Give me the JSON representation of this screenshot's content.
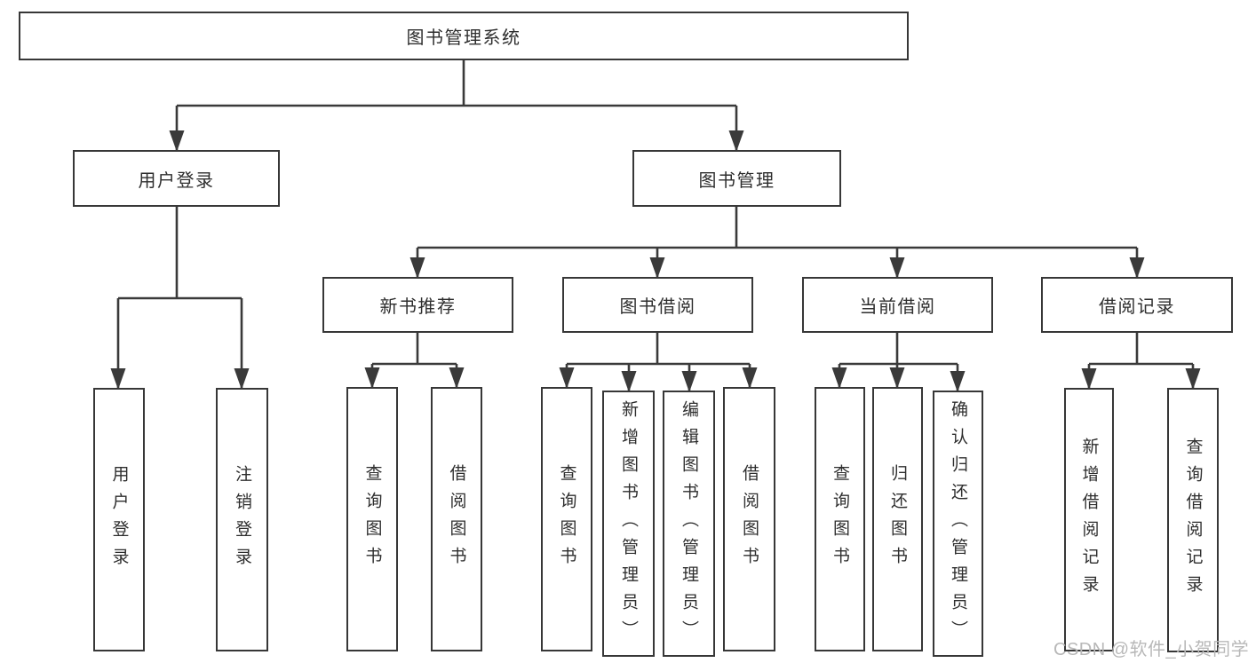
{
  "diagram": {
    "root": {
      "label": "图书管理系统"
    },
    "branches": {
      "user_login": {
        "label": "用户登录",
        "children": [
          {
            "label": "用户登录"
          },
          {
            "label": "注销登录"
          }
        ]
      },
      "book_mgmt": {
        "label": "图书管理",
        "sections": {
          "new_book": {
            "label": "新书推荐",
            "children": [
              {
                "label": "查询图书"
              },
              {
                "label": "借阅图书"
              }
            ]
          },
          "borrow": {
            "label": "图书借阅",
            "children": [
              {
                "label": "查询图书"
              },
              {
                "label": "新增图书（管理员）"
              },
              {
                "label": "编辑图书（管理员）"
              },
              {
                "label": "借阅图书"
              }
            ]
          },
          "current": {
            "label": "当前借阅",
            "children": [
              {
                "label": "查询图书"
              },
              {
                "label": "归还图书"
              },
              {
                "label": "确认归还（管理员）"
              }
            ]
          },
          "records": {
            "label": "借阅记录",
            "children": [
              {
                "label": "新增借阅记录"
              },
              {
                "label": "查询借阅记录"
              }
            ]
          }
        }
      }
    },
    "watermark": {
      "text": "CSDN @软件_小贺同学"
    },
    "colors": {
      "line": "#3a3a3a",
      "border": "#373737",
      "text": "#2e2e2e",
      "watermark": "#b8b8b8",
      "background": "#ffffff"
    }
  }
}
